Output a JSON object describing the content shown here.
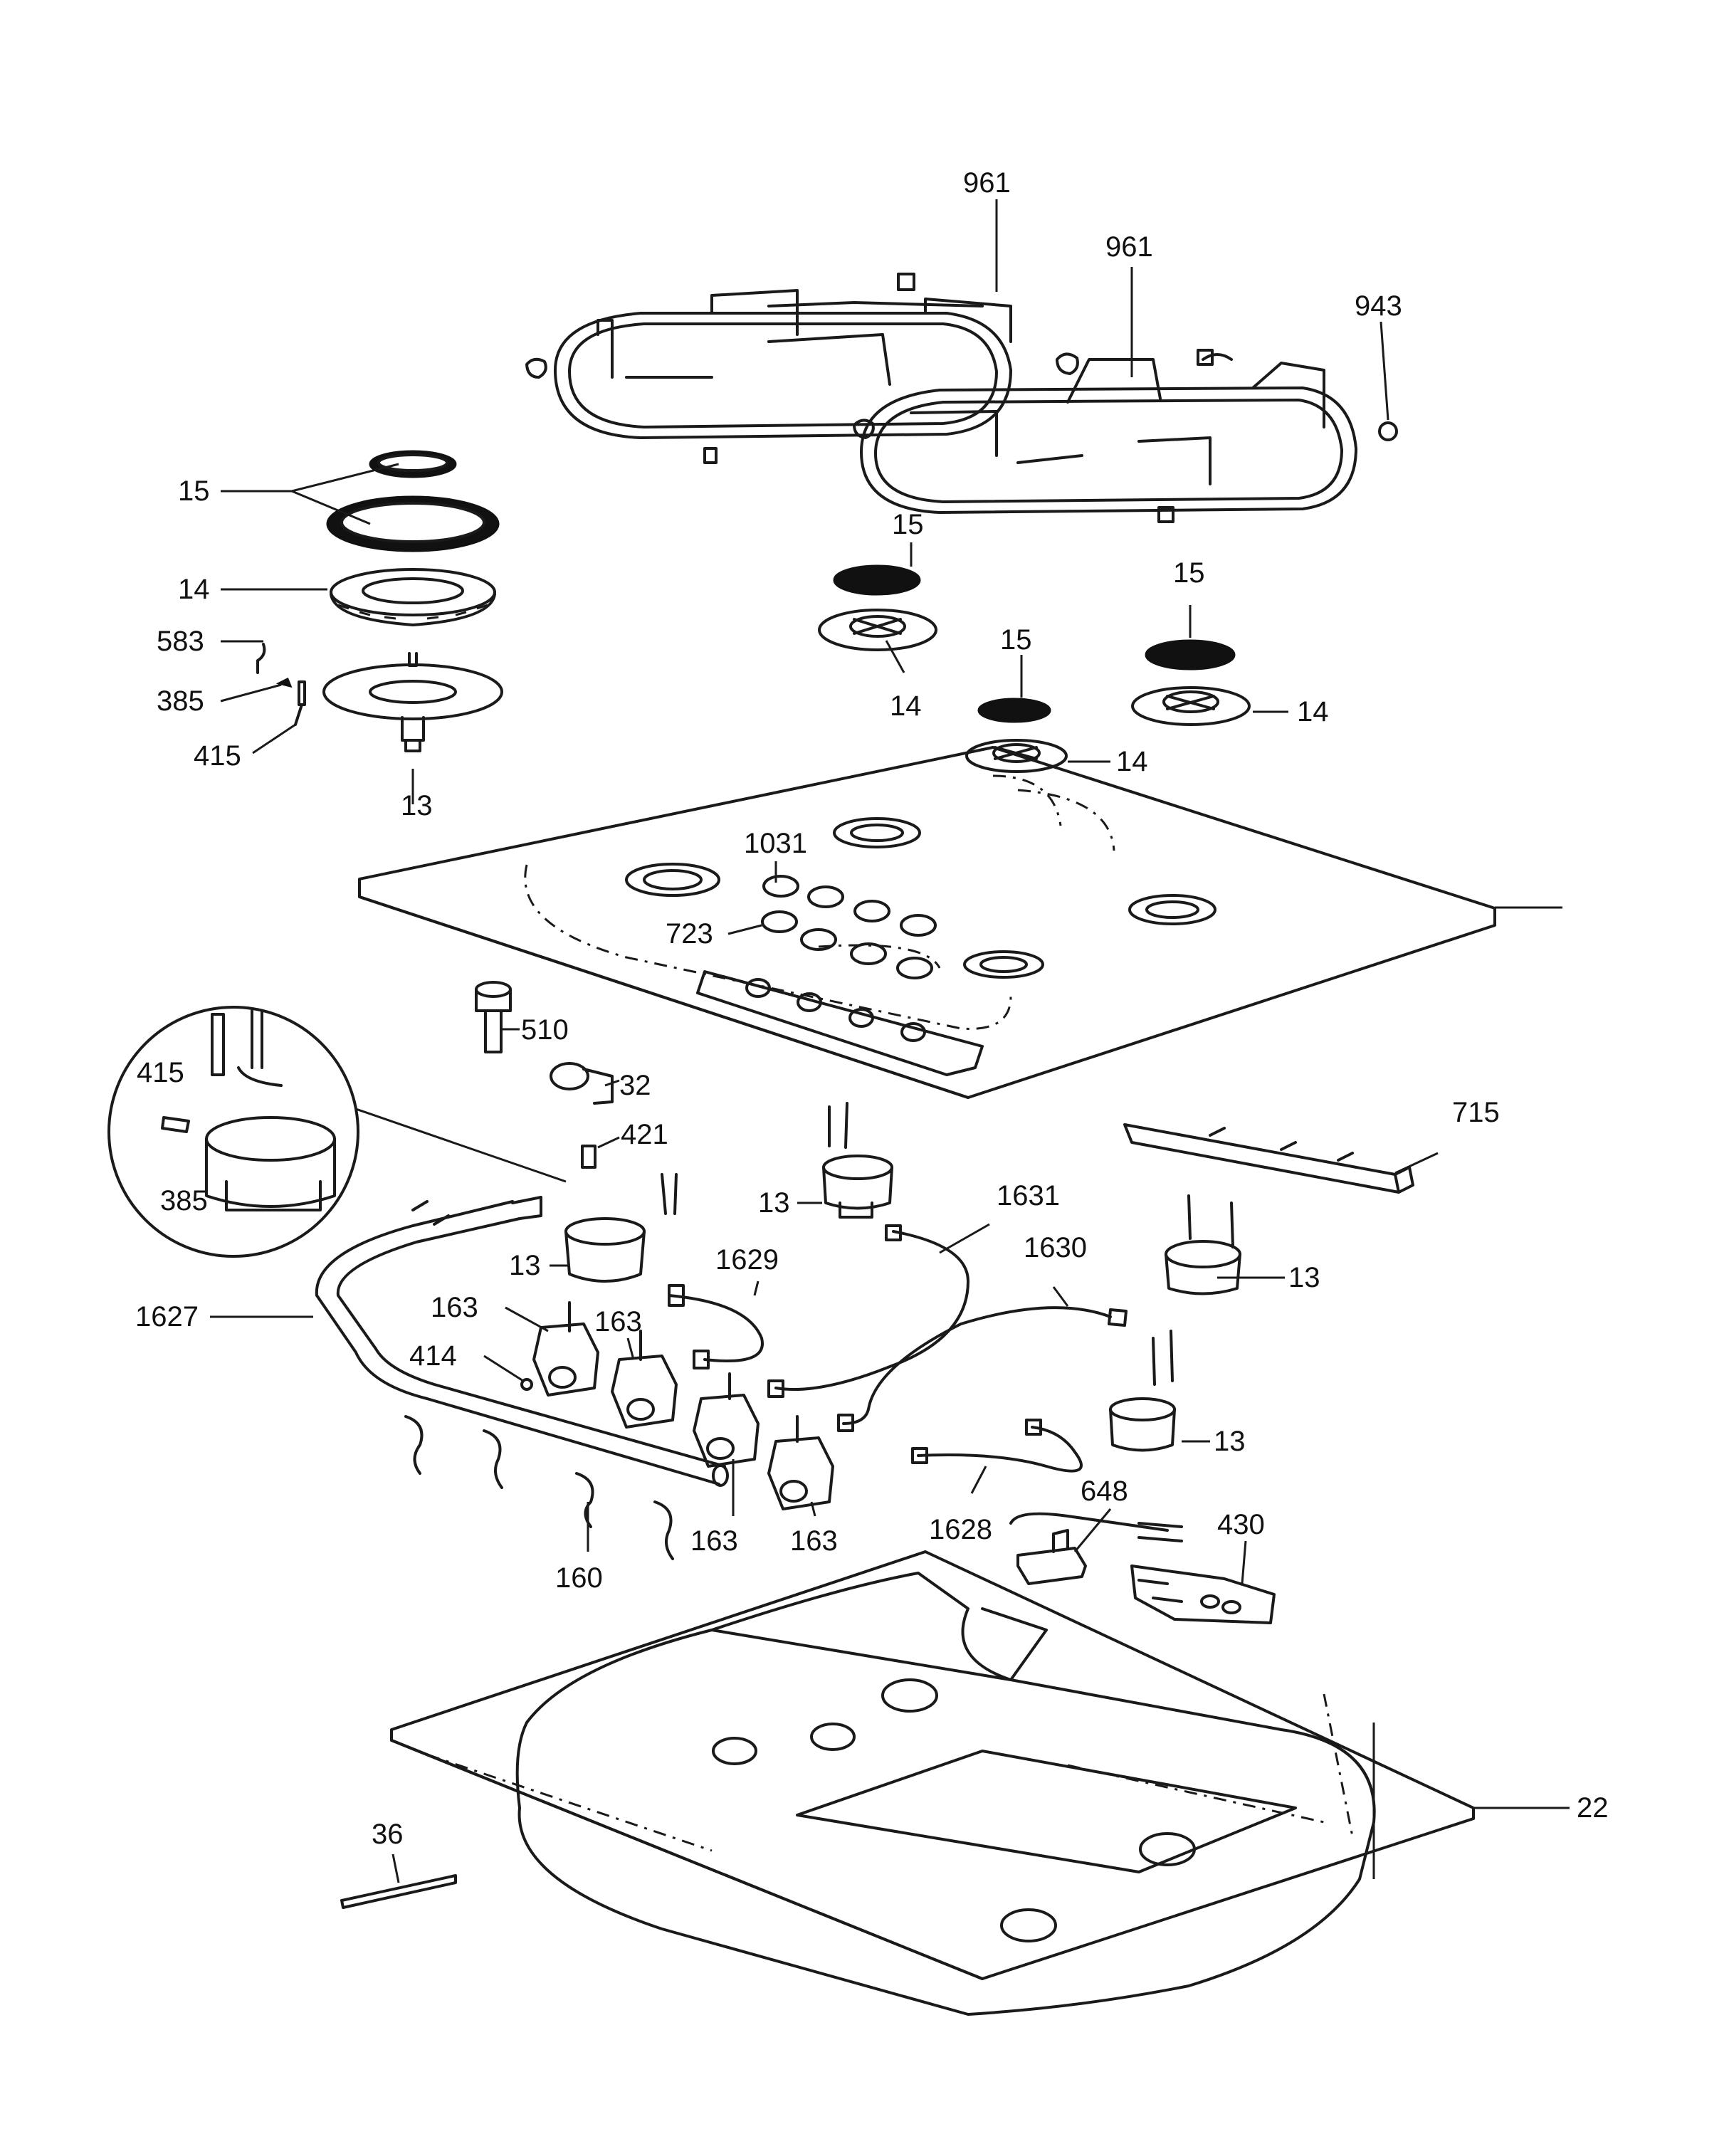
{
  "labels": {
    "grate_left": "961",
    "grate_right": "961",
    "grate_foot": "943",
    "cap_large": "15",
    "head_large": "14",
    "part_583": "583",
    "part_385": "385",
    "part_415": "415",
    "body_large": "13",
    "cap_a": "15",
    "head_a": "14",
    "cap_b": "15",
    "head_b": "14",
    "cap_c": "15",
    "head_c": "14",
    "knob": "1031",
    "knob_bezel": "723",
    "connector": "510",
    "elbow": "32",
    "oring": "421",
    "detail_415": "415",
    "detail_385": "385",
    "rail": "715",
    "body_back": "13",
    "body_front_left": "13",
    "body_right": "13",
    "body_front_right": "13",
    "tube_1631": "1631",
    "tube_1630": "1630",
    "tube_1629": "1629",
    "manifold": "1627",
    "valve_1": "163",
    "valve_2": "163",
    "seal_414": "414",
    "valve_3": "163",
    "valve_4": "163",
    "clamp": "160",
    "tube_1628": "1628",
    "switch": "648",
    "igniter": "430",
    "bottom_tray": "22",
    "strip": "36"
  }
}
